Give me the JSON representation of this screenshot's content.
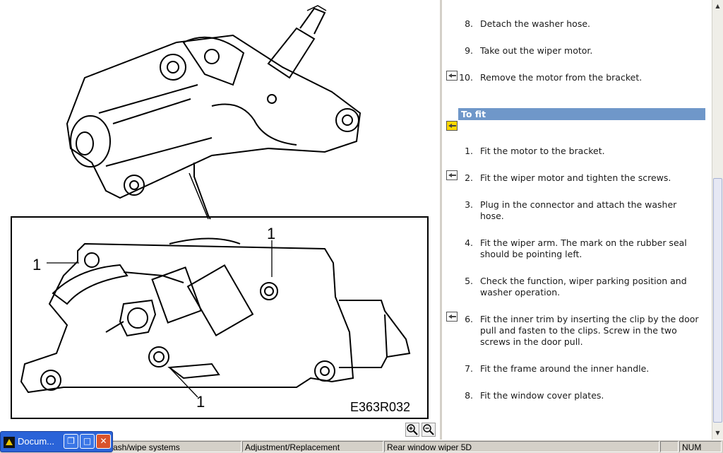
{
  "figure": {
    "callouts": [
      "1",
      "1",
      "1"
    ],
    "code": "E363R032"
  },
  "steps_top": [
    {
      "num": "8.",
      "text": "Detach the washer hose."
    },
    {
      "num": "9.",
      "text": "Take out the wiper motor."
    },
    {
      "num": "10.",
      "text": "Remove the motor from the bracket."
    }
  ],
  "section_title": "To fit",
  "fit_steps": [
    {
      "num": "1.",
      "text": "Fit the motor to the bracket."
    },
    {
      "num": "2.",
      "text": "Fit the wiper motor and tighten the screws."
    },
    {
      "num": "3.",
      "text": "Plug in the connector and attach the washer hose."
    },
    {
      "num": "4.",
      "text": "Fit the wiper arm. The mark on the rubber seal should be pointing left."
    },
    {
      "num": "5.",
      "text": "Check the function, wiper parking position and washer operation."
    },
    {
      "num": "6.",
      "text": "Fit the inner trim by inserting the clip by the door pull and fasten to the clips. Screw in the two screws in the door pull."
    },
    {
      "num": "7.",
      "text": "Fit the frame around the inner handle."
    },
    {
      "num": "8.",
      "text": "Fit the window cover plates."
    }
  ],
  "statusbar": {
    "panel1": "ash/wipe systems",
    "panel2": "Adjustment/Replacement",
    "panel3": "Rear window wiper 5D",
    "panel4": "",
    "panel5": "NUM"
  },
  "taskbar": {
    "label": "Docum..."
  },
  "icons": {
    "zoom_in": "zoom-in-icon",
    "zoom_out": "zoom-out-icon",
    "back": "back-arrow-icon"
  },
  "colors": {
    "section_header": "#6f97c9",
    "taskbar": "#2a63d8",
    "close": "#d9532c"
  }
}
